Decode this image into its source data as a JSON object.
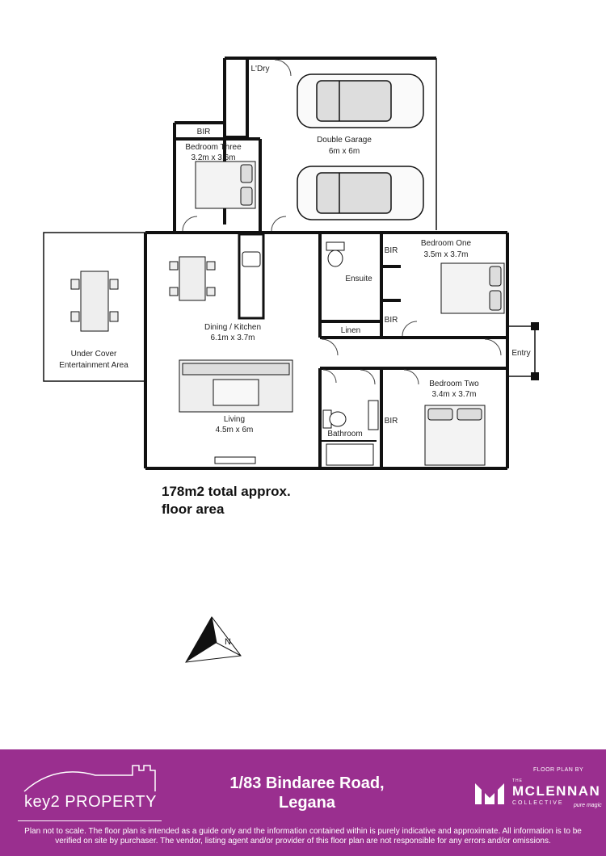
{
  "rooms": {
    "laundry": "L'Dry",
    "garage_name": "Double Garage",
    "garage_dim": "6m x 6m",
    "bir_top": "BIR",
    "bed3_name": "Bedroom Three",
    "bed3_dim": "3.2m x 3.6m",
    "bed1_name": "Bedroom One",
    "bed1_dim": "3.5m x 3.7m",
    "bir_bed1_top": "BIR",
    "bir_bed1_bottom": "BIR",
    "ensuite": "Ensuite",
    "linen": "Linen",
    "entry": "Entry",
    "dining_name": "Dining / Kitchen",
    "dining_dim": "6.1m x 3.7m",
    "undercover_line1": "Under Cover",
    "undercover_line2": "Entertainment Area",
    "living_name": "Living",
    "living_dim": "4.5m x 6m",
    "bathroom": "Bathroom",
    "bir_bed2": "BIR",
    "bed2_name": "Bedroom Two",
    "bed2_dim": "3.4m x 3.7m"
  },
  "area": {
    "line1": "178m2 total approx.",
    "line2": "floor area"
  },
  "compass": {
    "letter": "N"
  },
  "footer": {
    "logo_left": "key2 PROPERTY",
    "address_line1": "1/83 Bindaree Road,",
    "address_line2": "Legana",
    "floor_plan_by": "FLOOR PLAN BY",
    "brand_the": "THE",
    "brand_name": "MCLENNAN",
    "brand_sub": "COLLECTIVE",
    "brand_tag": "pure magic",
    "disclaimer": "Plan not to scale. The floor plan is intended as a guide only and the information contained within is purely indicative and approximate. All information is to be verified on site by purchaser. The vendor, listing agent and/or provider of this floor plan are not responsible for any errors and/or omissions."
  },
  "colors": {
    "footer_bg": "#9a2f8f",
    "wall": "#111111"
  }
}
